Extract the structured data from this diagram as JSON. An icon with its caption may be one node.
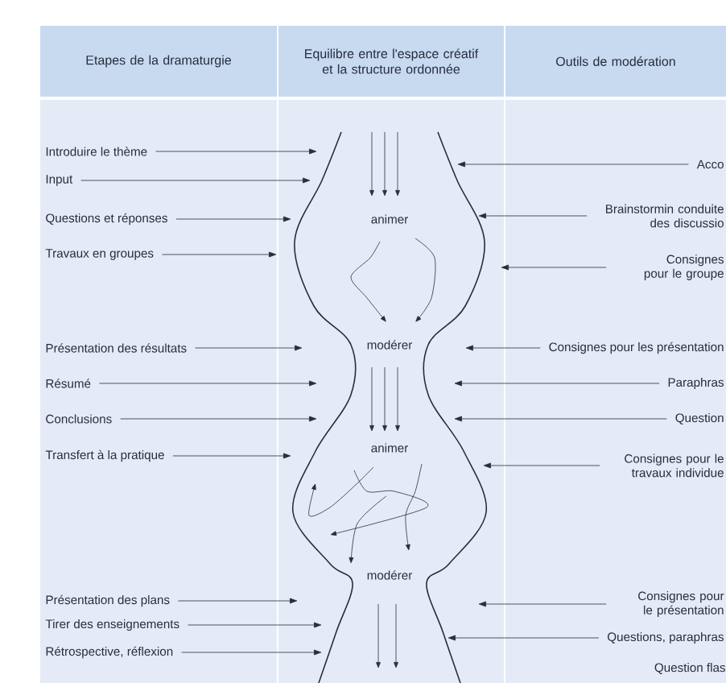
{
  "diagram": {
    "nodes": [
      {
        "text": [
          "Introduire le thème"
        ]
      },
      {
        "text": [
          "Input"
        ]
      },
      {
        "text": [
          "Questions et réponses"
        ]
      },
      {
        "text": [
          "Travaux en groupes"
        ]
      },
      {
        "text": [
          "Présentation des résultats"
        ]
      },
      {
        "text": [
          "Résumé"
        ]
      },
      {
        "text": [
          "Conclusions"
        ]
      },
      {
        "text": [
          "Transfert à la pratique"
        ]
      },
      {
        "text": [
          "Présentation des plans"
        ]
      },
      {
        "text": [
          "Tirer des enseignements"
        ]
      },
      {
        "text": [
          "Rétrospective, réflexion"
        ]
      },
      {
        "text": [
          "Acco"
        ]
      },
      {
        "text": [
          "Brainstormin conduite des discussio"
        ]
      },
      {
        "text": [
          "Consignes pour le groupe"
        ]
      },
      {
        "text": [
          "Consignes pour les présentation"
        ]
      },
      {
        "text": [
          "Paraphras"
        ]
      },
      {
        "text": [
          "Question"
        ]
      },
      {
        "text": [
          "Consignes pour le travaux individue"
        ]
      },
      {
        "text": [
          "Consignes pour le présentation"
        ]
      },
      {
        "text": [
          "Questions, paraphras"
        ]
      }
    ],
    "edges": [
      {
        "from": 0,
        "to": null,
        "arrow": "to"
      },
      {
        "from": 1,
        "to": null,
        "arrow": "to"
      },
      {
        "from": 2,
        "to": null,
        "arrow": "to"
      },
      {
        "from": 3,
        "to": null,
        "arrow": "to"
      },
      {
        "from": 4,
        "to": null,
        "arrow": "to"
      },
      {
        "from": 5,
        "to": null,
        "arrow": "to"
      },
      {
        "from": 6,
        "to": null,
        "arrow": "to"
      },
      {
        "from": 7,
        "to": null,
        "arrow": "to"
      },
      {
        "from": 8,
        "to": null,
        "arrow": "to"
      },
      {
        "from": 9,
        "to": null,
        "arrow": "to"
      },
      {
        "from": 10,
        "to": null,
        "arrow": "to"
      },
      {
        "from": 11,
        "to": null,
        "arrow": "to"
      },
      {
        "from": 12,
        "to": null,
        "arrow": "to"
      },
      {
        "from": 13,
        "to": null,
        "arrow": "to"
      },
      {
        "from": 14,
        "to": null,
        "arrow": "to"
      },
      {
        "from": 15,
        "to": null,
        "arrow": "to"
      },
      {
        "from": 16,
        "to": null,
        "arrow": "to"
      },
      {
        "from": 17,
        "to": null,
        "arrow": "to"
      },
      {
        "from": 18,
        "to": null,
        "arrow": "to"
      },
      {
        "from": 19,
        "to": null,
        "arrow": "to"
      }
    ],
    "labels": [
      "Etapes de la dramaturgie",
      "Equilibre entre l'espace créatif et la structure ordonnée",
      "Outils de modération",
      "animer",
      "modérer",
      "animer",
      "modérer",
      "Question flas"
    ]
  }
}
